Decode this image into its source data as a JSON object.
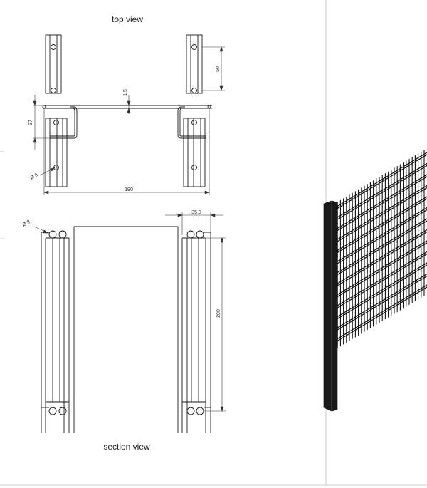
{
  "views": {
    "top_view_title": "top view",
    "section_view_title": "section view"
  },
  "dimensions": {
    "post_spacing_top": "50",
    "wire_diameter": "1.5",
    "offset_37": "37",
    "diameter_6": "Ø 6",
    "width_190": "190",
    "depth_35_8": "35.8",
    "diameter_8": "Ø 8",
    "height_200": "200"
  },
  "colors": {
    "line": "#1a1a1a",
    "panel": "#111111",
    "background": "#ffffff"
  }
}
